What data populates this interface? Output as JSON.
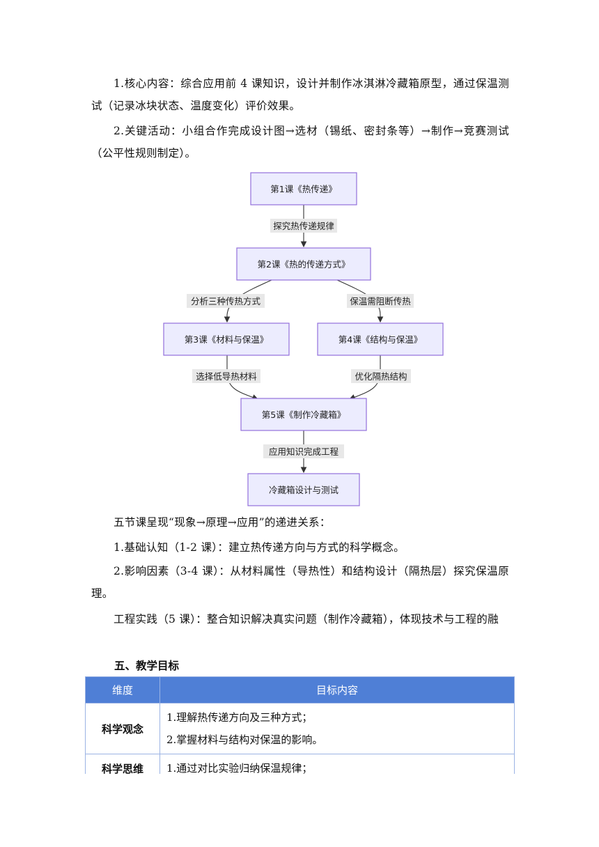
{
  "intro": {
    "p1": "1.核心内容：综合应用前 4 课知识，设计并制作冰淇淋冷藏箱原型，通过保温测试（记录冰块状态、温度变化）评价效果。",
    "p2": "2.关键活动：小组合作完成设计图→选材（锡纸、密封条等）→制作→竞赛测试（公平性规则制定）。"
  },
  "flowchart": {
    "nodes": {
      "n1": "第1课《热传递》",
      "n2": "第2课《热的传递方式》",
      "n3": "第3课《材料与保温》",
      "n4": "第4课《结构与保温》",
      "n5": "第5课《制作冷藏箱》",
      "n6": "冷藏箱设计与测试"
    },
    "edges": {
      "e12": "探究热传递规律",
      "e23": "分析三种传热方式",
      "e24": "保温需阻断传热",
      "e35": "选择低导热材料",
      "e45": "优化隔热结构",
      "e56": "应用知识完成工程"
    },
    "colors": {
      "node_fill": "#ececfe",
      "node_stroke": "#9370db",
      "label_bg": "#e8e8e8"
    }
  },
  "summary": {
    "lead": "五节课呈现“现象→原理→应用”的递进关系：",
    "item1": "1.基础认知（1-2 课）：建立热传递方向与方式的科学概念。",
    "item2": "2.影响因素（3-4 课）：从材料属性（导热性）和结构设计（隔热层）探究保温原理。",
    "item3": "工程实践（5 课）：整合知识解决真实问题（制作冷藏箱），体现技术与工程的融"
  },
  "section5": {
    "heading": "五、教学目标",
    "table": {
      "headers": [
        "维度",
        "目标内容"
      ],
      "rows": [
        {
          "dimension": "科学观念",
          "lines": [
            "1.理解热传递方向及三种方式；",
            "2.掌握材料与结构对保温的影响。"
          ]
        },
        {
          "dimension": "科学思维",
          "lines": [
            "1.通过对比实验归纳保温规律；"
          ]
        }
      ]
    },
    "colors": {
      "header_bg": "#4f7fd6",
      "border": "#9bb3e4"
    }
  }
}
